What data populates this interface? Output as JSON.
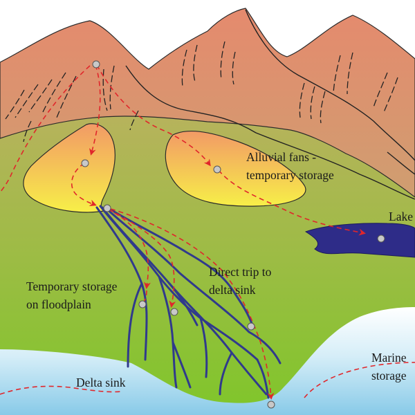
{
  "labels": {
    "alluvial_line1": "Alluvial fans -",
    "alluvial_line2": "temporary storage",
    "lake": "Lake",
    "direct_line1": "Direct trip to",
    "direct_line2": "delta sink",
    "floodplain_line1": "Temporary storage",
    "floodplain_line2": "on floodplain",
    "marine_line1": "Marine",
    "marine_line2": "storage",
    "delta_sink": "Delta sink"
  },
  "colors": {
    "mountain_top": "#e58a6e",
    "mountain_bottom": "#cf9e70",
    "plain_top": "#b9b25e",
    "plain_bottom": "#7fc62a",
    "fan_top": "#f29a66",
    "fan_bottom": "#f7ef48",
    "lake": "#2e2c88",
    "river": "#303a8c",
    "sea_top": "#ffffff",
    "sea_bottom": "#88cae8",
    "path_arrow": "#e0262b",
    "node": "#c8c8c8"
  }
}
